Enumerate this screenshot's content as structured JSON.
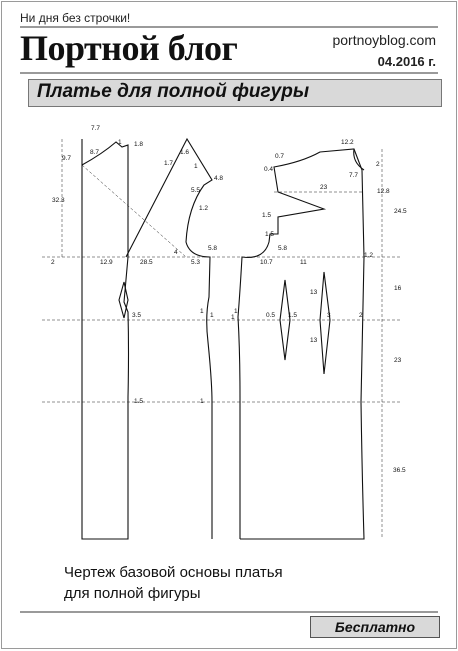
{
  "header": {
    "tagline": "Ни дня без строчки!",
    "blog_title": "Портной блог",
    "site": "portnoyblog.com",
    "issue": "04.2016 г."
  },
  "banner": {
    "title": "Платье для полной фигуры"
  },
  "pattern": {
    "labels": {
      "back_neck_w": "7.7",
      "back_neck_h": "1",
      "back_shoulder_drop": "1.8",
      "back_neck_depth": "9.7",
      "back_shoulder_len": "8.7",
      "armhole_depth": "32.3",
      "back_width": "12.9",
      "armhole_width": "28.5",
      "hip_side_back": "1",
      "waist_dart_back": "3.5",
      "hem_side_back": "1.5",
      "left_edge": "2",
      "arm_top_a": "1.6",
      "arm_top_b": "1.7",
      "arm_top_c": "1",
      "arm_mid": "4.8",
      "arm_a": "5.5",
      "arm_b": "1.2",
      "arm_c": "4",
      "arm_d": "5.8",
      "arm_e": "5.3",
      "side_left_1": "1",
      "side_left_2": "1",
      "side_right_1": "1",
      "side_right_2": "1",
      "hem_side_mid": "1",
      "front_neck_a": "0.7",
      "front_neck_b": "0.4",
      "front_neck_w": "12.2",
      "front_neck_d": "2",
      "front_dart_w": "7.7",
      "front_chest": "23",
      "front_neck_depth": "12.8",
      "front_to_bust": "24.5",
      "front_bust_a": "1.5",
      "front_bust_b": "1.5",
      "front_arm_e": "5.8",
      "front_width": "10.7",
      "dart_pos": "11",
      "front_side": "1.2",
      "dart_len_top": "13",
      "dart_len_bot": "13",
      "dart_w_side": "0.5",
      "dart_w_side2": "1.5",
      "dart_front": "3",
      "front_waist_side": "2",
      "waist_hip": "16",
      "hip_len": "23",
      "skirt_len": "36.5"
    }
  },
  "caption": {
    "line1": "Чертеж базовой основы платья",
    "line2": "для полной фигуры"
  },
  "price": "Бесплатно"
}
